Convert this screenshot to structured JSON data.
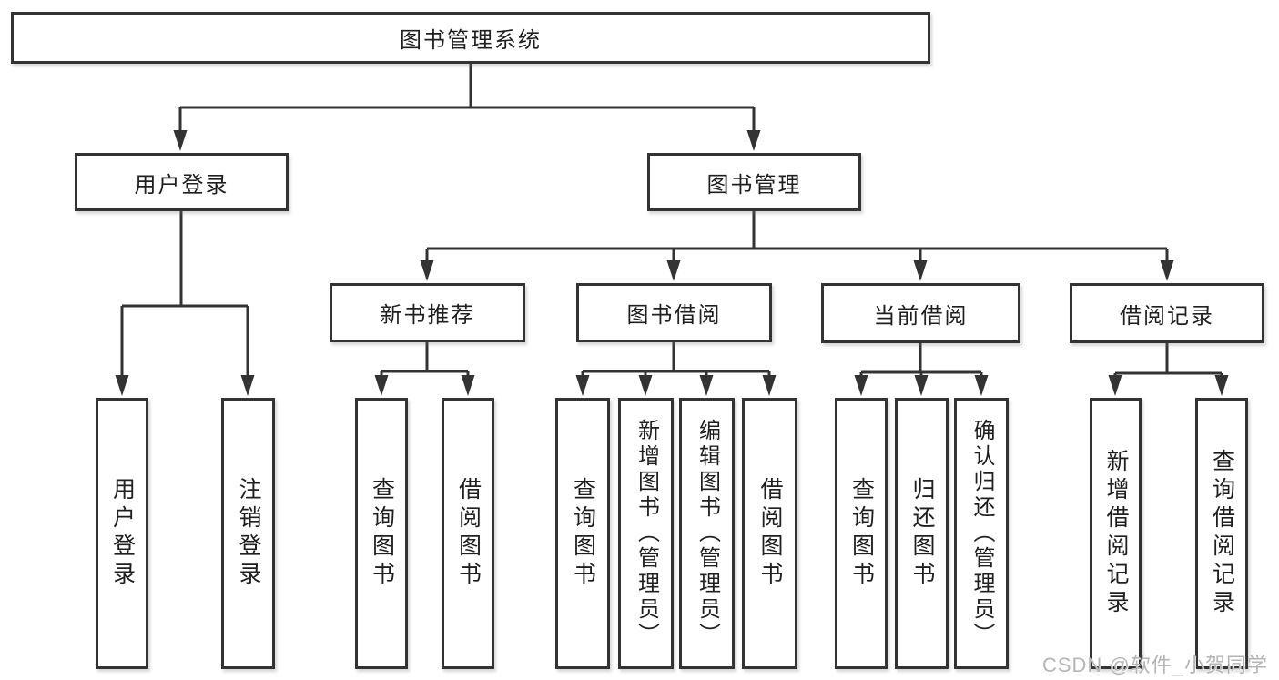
{
  "colors": {
    "line": "#333333",
    "box_border": "#333333",
    "text": "#1f1f1f",
    "background": "#ffffff",
    "watermark": "#b5b5b5"
  },
  "tree": {
    "root": {
      "label": "图书管理系统"
    },
    "children": [
      {
        "label": "用户登录",
        "children": [
          {
            "label": "用户登录"
          },
          {
            "label": "注销登录"
          }
        ]
      },
      {
        "label": "图书管理",
        "children": [
          {
            "label": "新书推荐",
            "children": [
              {
                "label": "查询图书"
              },
              {
                "label": "借阅图书"
              }
            ]
          },
          {
            "label": "图书借阅",
            "children": [
              {
                "label": "查询图书"
              },
              {
                "label": "新增图书（管理员）"
              },
              {
                "label": "编辑图书（管理员）"
              },
              {
                "label": "借阅图书"
              }
            ]
          },
          {
            "label": "当前借阅",
            "children": [
              {
                "label": "查询图书"
              },
              {
                "label": "归还图书"
              },
              {
                "label": "确认归还（管理员）"
              }
            ]
          },
          {
            "label": "借阅记录",
            "children": [
              {
                "label": "新增借阅记录"
              },
              {
                "label": "查询借阅记录"
              }
            ]
          }
        ]
      }
    ]
  },
  "watermark": {
    "text": "CSDN @软件_小贺同学"
  }
}
